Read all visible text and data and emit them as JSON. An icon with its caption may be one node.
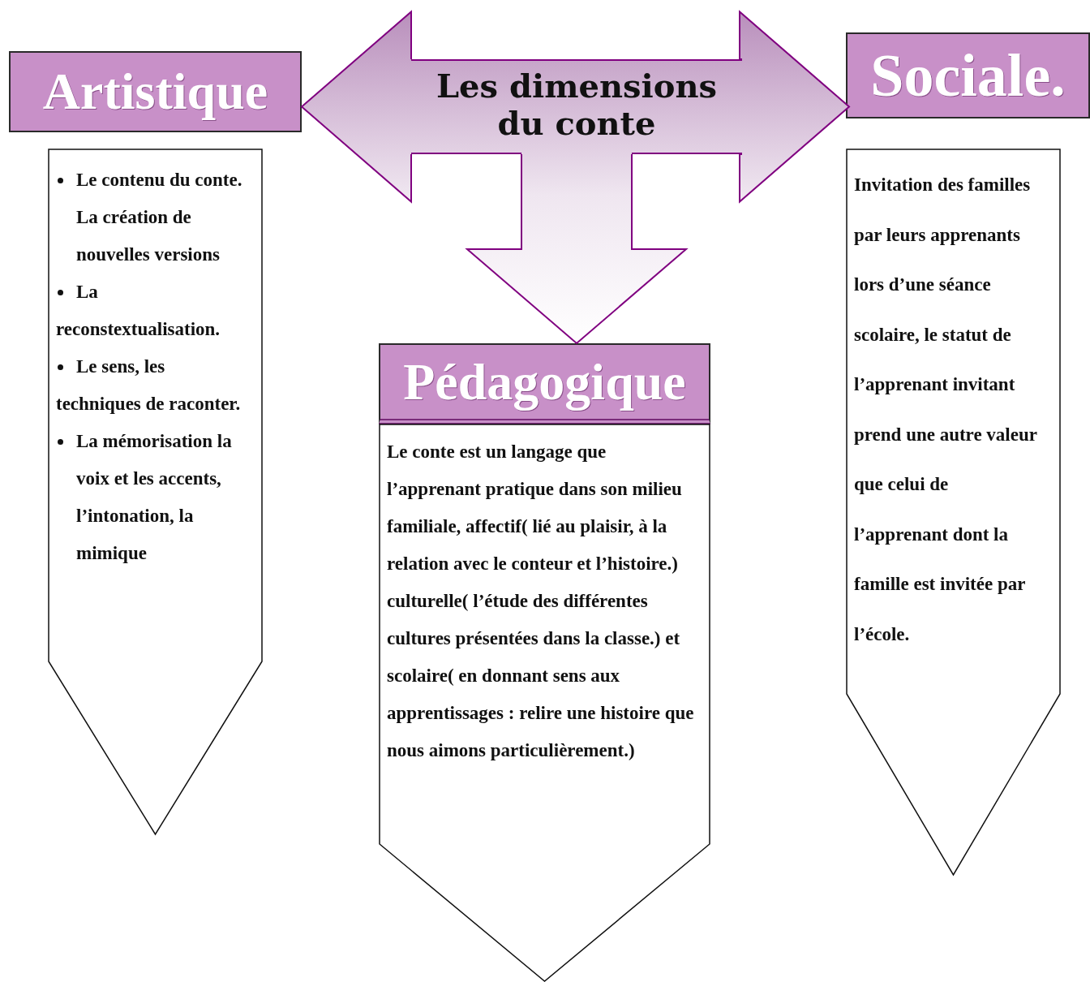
{
  "diagram": {
    "nodes": [
      {
        "text": [
          "Les dimensions du conte"
        ]
      },
      {
        "text": [
          "Artistique"
        ]
      },
      {
        "text": [
          "Le contenu du conte.",
          "La création de nouvelles versions",
          "La reconstextualisation.",
          "Le sens, les techniques de raconter.",
          "La mémorisation la voix et les accents, l’intonation, la mimique"
        ]
      },
      {
        "text": [
          "Pédagogique"
        ]
      },
      {
        "text": [
          "Le conte est un langage  que l’apprenant pratique dans son milieu familiale, affectif( lié au plaisir, à la relation avec le conteur et  l’histoire.)  culturelle( l’étude des différentes cultures présentées dans la classe.) et scolaire( en donnant sens aux apprentissages : relire une histoire que nous aimons particulièrement.)"
        ]
      },
      {
        "text": [
          "Sociale."
        ]
      },
      {
        "text": [
          "Invitation des familles par leurs apprenants lors d’une séance scolaire, le statut de l’apprenant invitant prend une autre valeur que celui de l’apprenant dont la famille est invitée par l’école."
        ]
      }
    ],
    "edges": [
      {
        "from": 0,
        "to": 1,
        "arrow": "to"
      },
      {
        "from": 0,
        "to": 5,
        "arrow": "to"
      },
      {
        "from": 0,
        "to": 3,
        "arrow": "to"
      }
    ]
  }
}
